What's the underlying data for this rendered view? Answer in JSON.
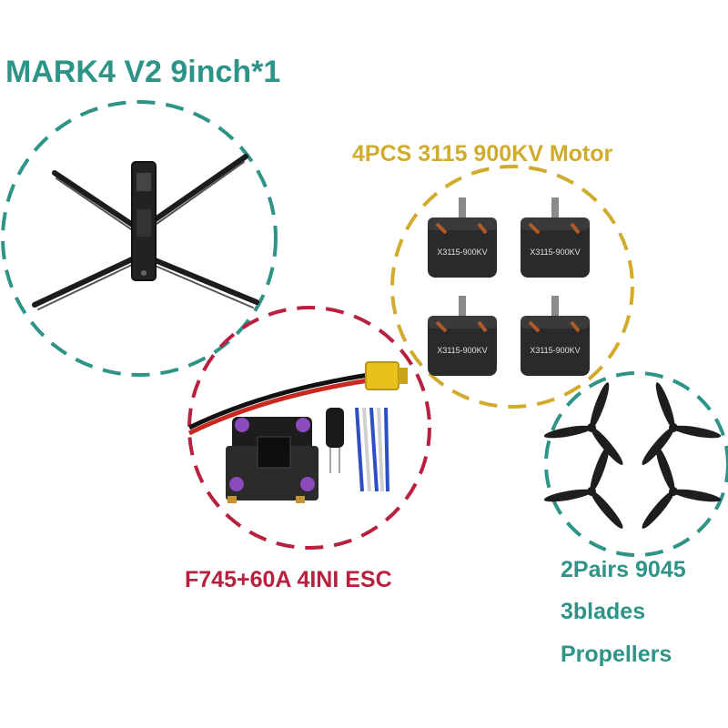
{
  "colors": {
    "teal": "#2e9488",
    "gold": "#d1ac2c",
    "crimson": "#b8203f"
  },
  "frame": {
    "title": "MARK4 V2 9inch*1"
  },
  "motors": {
    "title": "4PCS 3115 900KV Motor",
    "model_label": "X3115-900KV"
  },
  "flight_controller": {
    "title": "F745+60A 4INI ESC"
  },
  "propellers": {
    "lines": [
      "2Pairs 9045",
      "3blades",
      "Propellers"
    ]
  }
}
